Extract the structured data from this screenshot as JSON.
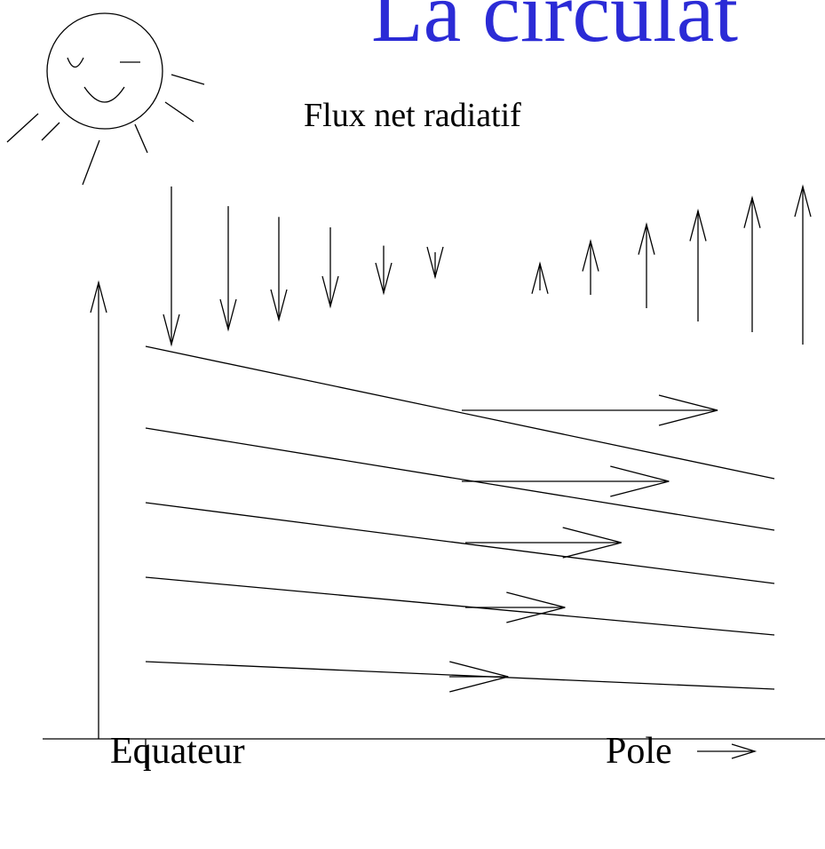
{
  "title": "La circulat",
  "heading": "Flux net radiatif",
  "labels": {
    "left": "Equateur",
    "right": "Pole"
  },
  "flux_arrows": [
    {
      "direction": "down",
      "magnitude": 1.0
    },
    {
      "direction": "down",
      "magnitude": 0.78
    },
    {
      "direction": "down",
      "magnitude": 0.65
    },
    {
      "direction": "down",
      "magnitude": 0.5
    },
    {
      "direction": "down",
      "magnitude": 0.3
    },
    {
      "direction": "down",
      "magnitude": 0.14
    },
    {
      "direction": "up",
      "magnitude": 0.17
    },
    {
      "direction": "up",
      "magnitude": 0.34
    },
    {
      "direction": "up",
      "magnitude": 0.53
    },
    {
      "direction": "up",
      "magnitude": 0.7
    },
    {
      "direction": "up",
      "magnitude": 0.85
    },
    {
      "direction": "up",
      "magnitude": 1.0
    }
  ],
  "transport_arrows": [
    {
      "level": 1,
      "strength": 1.0
    },
    {
      "level": 2,
      "strength": 0.81
    },
    {
      "level": 3,
      "strength": 0.61
    },
    {
      "level": 4,
      "strength": 0.39
    },
    {
      "level": 5,
      "strength": 0.23
    }
  ],
  "colors": {
    "title": "#2b2bd6",
    "ink": "#000000"
  },
  "icons": [
    "sun-icon",
    "arrow-right-icon"
  ]
}
